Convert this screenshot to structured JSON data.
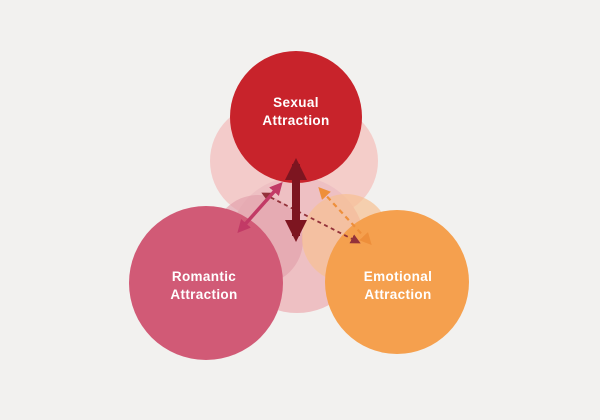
{
  "canvas": {
    "background": "#f2f1ef"
  },
  "diagram": {
    "title": "Attraction types Venn-style diagram",
    "circles": [
      {
        "id": "sexual",
        "label": "Sexual Attraction",
        "color": "#c8232b"
      },
      {
        "id": "romantic",
        "label": "Romantic Attraction",
        "color": "#d15a76"
      },
      {
        "id": "emotional",
        "label": "Emotional Attraction",
        "color": "#f5a04e"
      }
    ],
    "overlays": {
      "pale_left": "#f3cbca",
      "pale_right": "#f4cdc9",
      "center": "#eec0c3",
      "rose_echo": "#e2a0ab",
      "orange_echo": "#f6c193"
    },
    "arrows": {
      "sexual_center": {
        "color": "#7d1520",
        "style": "solid"
      },
      "romantic_sexual": {
        "color": "#c23a66",
        "style": "solid"
      },
      "sexual_emotional": {
        "color": "#ee8f3b",
        "style": "dashed"
      },
      "romantic_emotional": {
        "color": "#93323a",
        "style": "dashed"
      }
    },
    "text_color": "#ffffff"
  }
}
